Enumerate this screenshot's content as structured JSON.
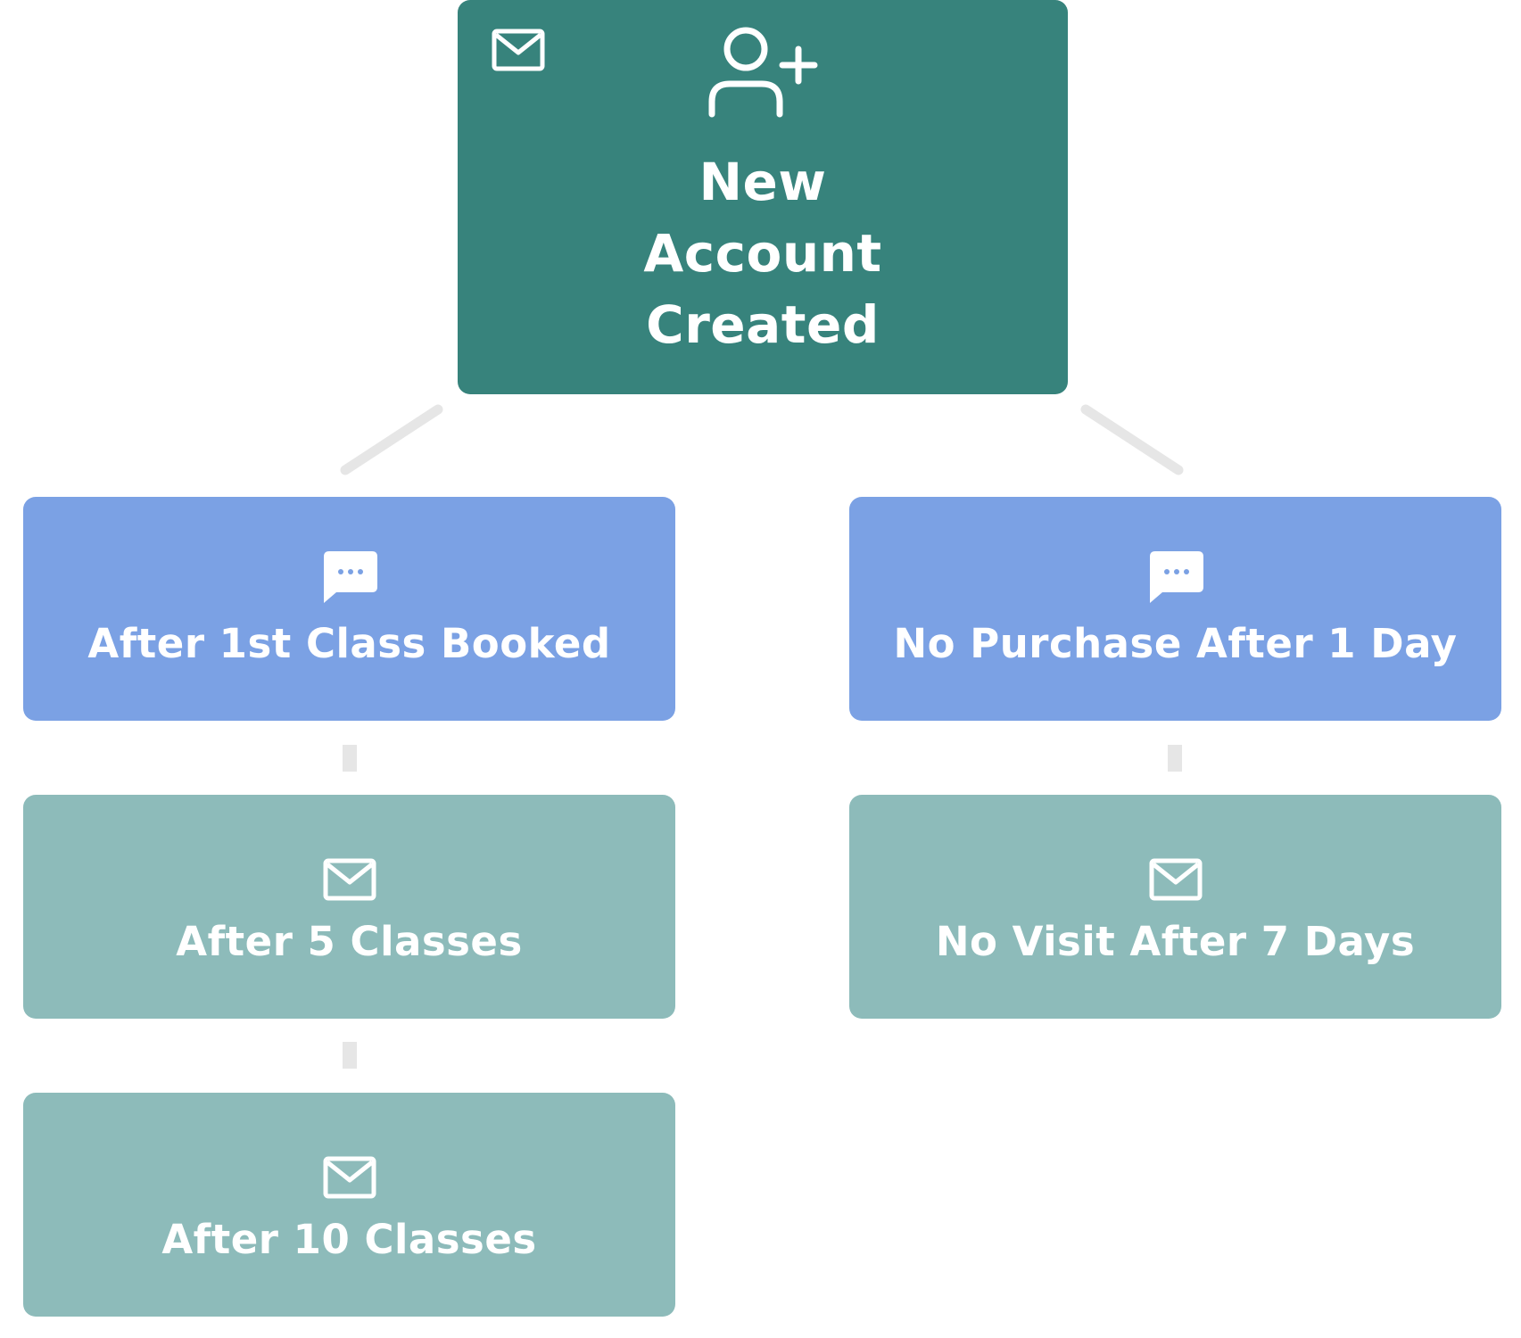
{
  "colors": {
    "trigger": "#37837C",
    "condition": "#7BA1E4",
    "email": "#8DBBBA",
    "connector": "#E6E6E6",
    "text": "#FFFFFF"
  },
  "root": {
    "label": "New Account Created",
    "icon": "user-plus-icon",
    "corner_icon": "mail-icon"
  },
  "left_branch": [
    {
      "label": "After 1st Class Booked",
      "icon": "chat-bubble-icon",
      "kind": "condition"
    },
    {
      "label": "After 5 Classes",
      "icon": "mail-icon",
      "kind": "email"
    },
    {
      "label": "After 10 Classes",
      "icon": "mail-icon",
      "kind": "email"
    }
  ],
  "right_branch": [
    {
      "label": "No Purchase After 1 Day",
      "icon": "chat-bubble-icon",
      "kind": "condition"
    },
    {
      "label": "No Visit After 7 Days",
      "icon": "mail-icon",
      "kind": "email"
    }
  ]
}
